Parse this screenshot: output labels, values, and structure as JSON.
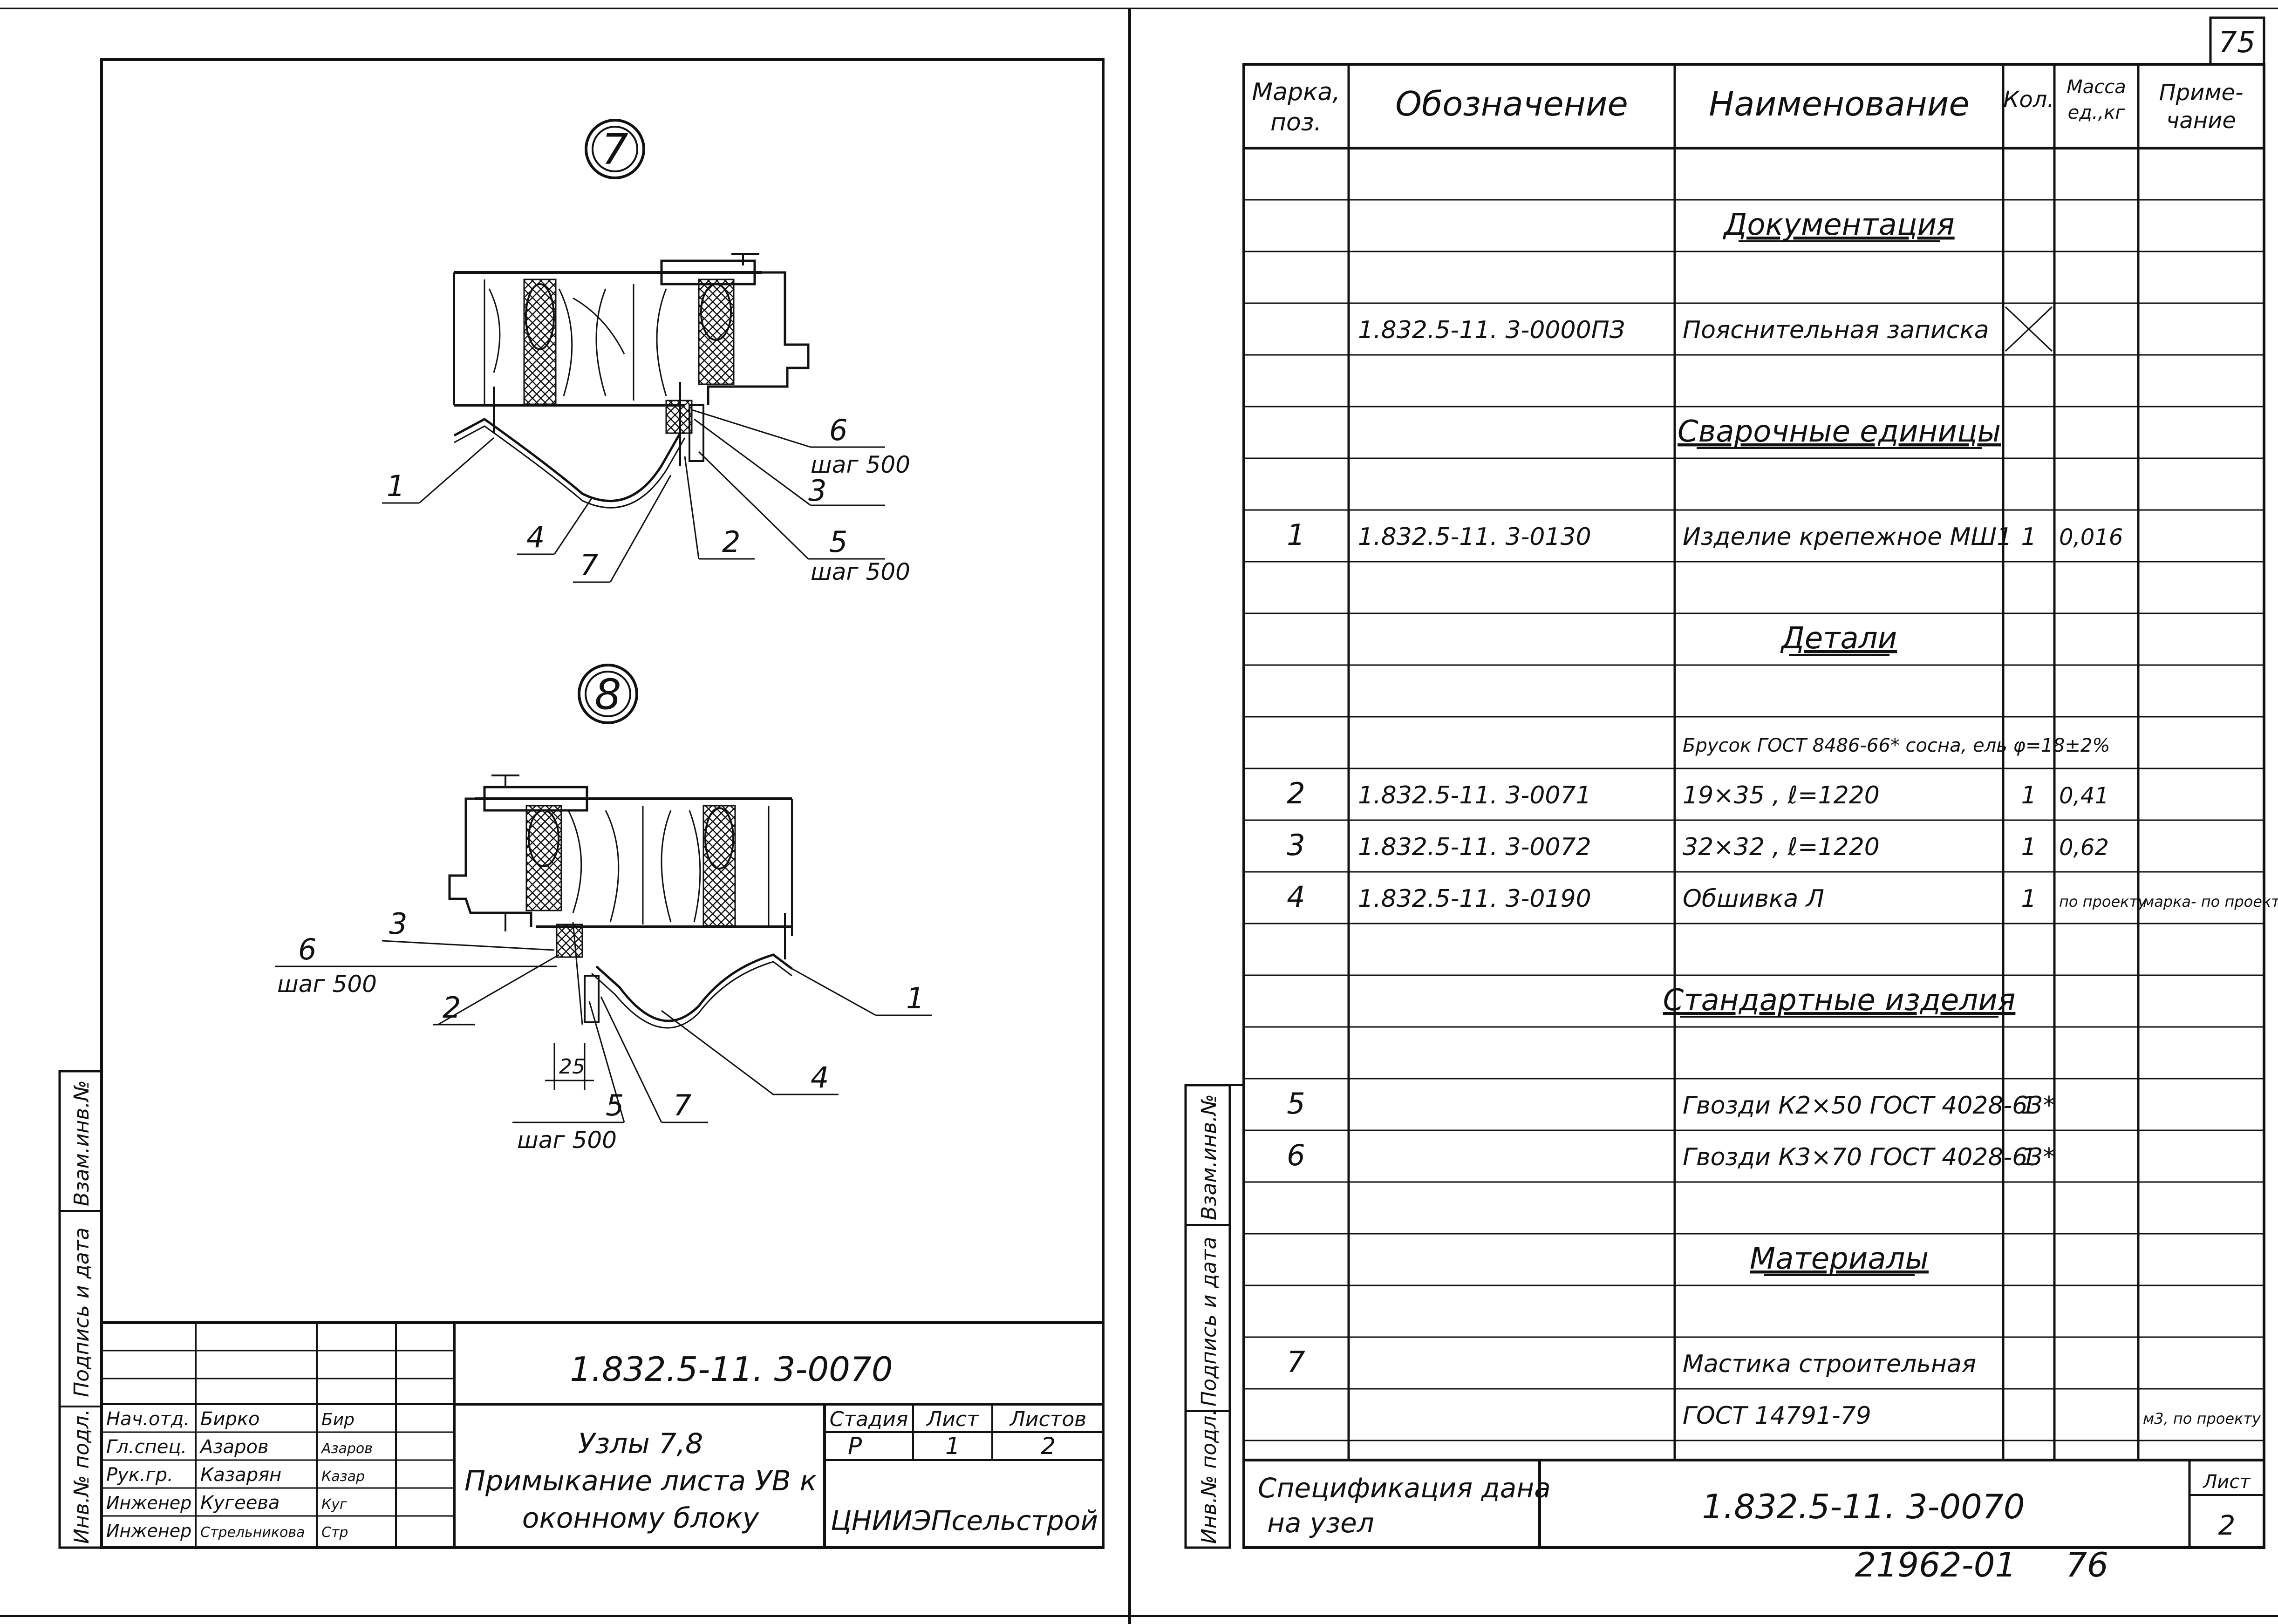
{
  "page_number": "75",
  "footer_left_number": "21962-01",
  "footer_right_number": "76",
  "left_sheet": {
    "node7_label": "7",
    "node8_label": "8",
    "node7_callouts": {
      "c1": "1",
      "c4": "4",
      "c7": "7",
      "c2": "2",
      "c6": "6",
      "c6_step": "шаг 500",
      "c3": "3",
      "c5": "5",
      "c5_step": "шаг 500"
    },
    "node8_callouts": {
      "c3": "3",
      "c6": "6",
      "c6_step": "шаг 500",
      "c2": "2",
      "c25": "25",
      "c5": "5",
      "c5_step": "шаг 500",
      "c7": "7",
      "c1": "1",
      "c4": "4"
    },
    "side_stamp": {
      "inv_podl": "Инв.№ подл.",
      "podpis_data": "Подпись и дата",
      "vzam_inv": "Взам.инв.№"
    },
    "title_block": {
      "code": "1.832.5-11. 3-0070",
      "people": [
        {
          "role": "Нач.отд.",
          "name": "Бирко",
          "sign": "Бир"
        },
        {
          "role": "Гл.спец.",
          "name": "Азаров",
          "sign": "Азаров"
        },
        {
          "role": "Рук.гр.",
          "name": "Казарян",
          "sign": "Казар"
        },
        {
          "role": "Инженер",
          "name": "Кугеева",
          "sign": "Куг"
        },
        {
          "role": "Инженер",
          "name": "Стрельникова",
          "sign": "Стр"
        }
      ],
      "title_lines": [
        "Узлы 7,8",
        "Примыкание листа УВ к",
        "оконному блоку"
      ],
      "stage_header": "Стадия",
      "sheet_header": "Лист",
      "sheets_header": "Листов",
      "stage": "Р",
      "sheet": "1",
      "sheets": "2",
      "org": "ЦНИИЭПсельстрой"
    }
  },
  "right_sheet": {
    "headers": {
      "mark": "Марка, поз.",
      "designation": "Обозначение",
      "name": "Наименование",
      "qty": "Кол.",
      "mass": "Масса ед.,кг",
      "note": "Приме- чание"
    },
    "rows": [
      {
        "mark": "",
        "designation": "",
        "name": "",
        "qty": "",
        "mass": "",
        "note": ""
      },
      {
        "mark": "",
        "designation": "",
        "name": "Документация",
        "qty": "",
        "mass": "",
        "note": ""
      },
      {
        "mark": "",
        "designation": "",
        "name": "",
        "qty": "",
        "mass": "",
        "note": ""
      },
      {
        "mark": "",
        "designation": "1.832.5-11. 3-0000ПЗ",
        "name": "Пояснительная записка",
        "qty": "",
        "mass": "",
        "note": ""
      },
      {
        "mark": "",
        "designation": "",
        "name": "",
        "qty": "",
        "mass": "",
        "note": ""
      },
      {
        "mark": "",
        "designation": "",
        "name": "Сварочные единицы",
        "qty": "",
        "mass": "",
        "note": ""
      },
      {
        "mark": "",
        "designation": "",
        "name": "",
        "qty": "",
        "mass": "",
        "note": ""
      },
      {
        "mark": "1",
        "designation": "1.832.5-11. 3-0130",
        "name": "Изделие крепежное МШ1",
        "qty": "1",
        "mass": "0,016",
        "note": ""
      },
      {
        "mark": "",
        "designation": "",
        "name": "",
        "qty": "",
        "mass": "",
        "note": ""
      },
      {
        "mark": "",
        "designation": "",
        "name": "Детали",
        "qty": "",
        "mass": "",
        "note": ""
      },
      {
        "mark": "",
        "designation": "",
        "name": "",
        "qty": "",
        "mass": "",
        "note": ""
      },
      {
        "mark": "",
        "designation": "",
        "name": "Брусок ГОСТ 8486-66* сосна, ель φ=18±2%",
        "qty": "",
        "mass": "",
        "note": ""
      },
      {
        "mark": "2",
        "designation": "1.832.5-11. 3-0071",
        "name": "19×35 , ℓ=1220",
        "qty": "1",
        "mass": "0,41",
        "note": ""
      },
      {
        "mark": "3",
        "designation": "1.832.5-11. 3-0072",
        "name": "32×32 , ℓ=1220",
        "qty": "1",
        "mass": "0,62",
        "note": ""
      },
      {
        "mark": "4",
        "designation": "1.832.5-11. 3-0190",
        "name": "Обшивка Л",
        "qty": "1",
        "mass": "по проекту",
        "note": "марка- по проекту"
      },
      {
        "mark": "",
        "designation": "",
        "name": "",
        "qty": "",
        "mass": "",
        "note": ""
      },
      {
        "mark": "",
        "designation": "",
        "name": "Стандартные изделия",
        "qty": "",
        "mass": "",
        "note": ""
      },
      {
        "mark": "",
        "designation": "",
        "name": "",
        "qty": "",
        "mass": "",
        "note": ""
      },
      {
        "mark": "5",
        "designation": "",
        "name": "Гвозди К2×50 ГОСТ 4028-63*",
        "qty": "1",
        "mass": "",
        "note": ""
      },
      {
        "mark": "6",
        "designation": "",
        "name": "Гвозди К3×70 ГОСТ 4028-63*",
        "qty": "1",
        "mass": "",
        "note": ""
      },
      {
        "mark": "",
        "designation": "",
        "name": "",
        "qty": "",
        "mass": "",
        "note": ""
      },
      {
        "mark": "",
        "designation": "",
        "name": "Материалы",
        "qty": "",
        "mass": "",
        "note": ""
      },
      {
        "mark": "",
        "designation": "",
        "name": "",
        "qty": "",
        "mass": "",
        "note": ""
      },
      {
        "mark": "7",
        "designation": "",
        "name": "Мастика строительная",
        "qty": "",
        "mass": "",
        "note": ""
      },
      {
        "mark": "",
        "designation": "",
        "name": "ГОСТ 14791-79",
        "qty": "",
        "mass": "",
        "note": "м3, по проекту"
      }
    ],
    "spec_note_lines": [
      "Спецификация дана",
      "на узел"
    ],
    "code": "1.832.5-11. 3-0070",
    "sheet_header": "Лист",
    "sheet": "2"
  }
}
